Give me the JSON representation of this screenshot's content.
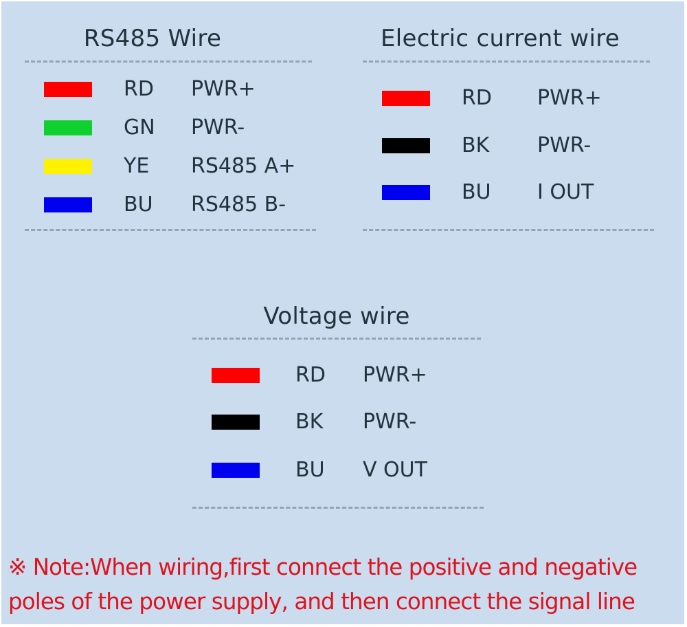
{
  "colors": {
    "background": "#cadced",
    "text": "#24323d",
    "divider": "#8ea6b6",
    "note_text": "#e0121e"
  },
  "groups": [
    {
      "title": "RS485 Wire",
      "rows": [
        {
          "color": "#ff0000",
          "code": "RD",
          "function": "PWR+"
        },
        {
          "color": "#10d030",
          "code": "GN",
          "function": "PWR-"
        },
        {
          "color": "#fff200",
          "code": "YE",
          "function": "RS485 A+"
        },
        {
          "color": "#0000f0",
          "code": "BU",
          "function": "RS485 B-"
        }
      ]
    },
    {
      "title": "Electric current wire",
      "rows": [
        {
          "color": "#ff0000",
          "code": "RD",
          "function": "PWR+"
        },
        {
          "color": "#000000",
          "code": "BK",
          "function": "PWR-"
        },
        {
          "color": "#0000f0",
          "code": "BU",
          "function": "I OUT"
        }
      ]
    },
    {
      "title": "Voltage wire",
      "rows": [
        {
          "color": "#ff0000",
          "code": "RD",
          "function": "PWR+"
        },
        {
          "color": "#000000",
          "code": "BK",
          "function": "PWR-"
        },
        {
          "color": "#0000f0",
          "code": "BU",
          "function": "V OUT"
        }
      ]
    }
  ],
  "note": {
    "symbol": "※",
    "line1": "※ Note:When wiring,first connect the positive and negative",
    "line2": "poles of the power supply, and then connect the signal line"
  }
}
